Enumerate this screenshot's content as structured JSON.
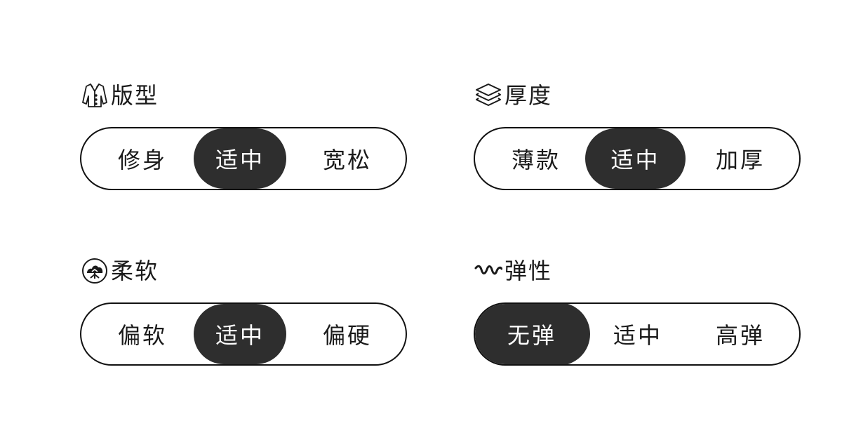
{
  "groups": [
    {
      "title": "版型",
      "icon": "shirt-icon",
      "options": [
        "修身",
        "适中",
        "宽松"
      ],
      "selected": "适中"
    },
    {
      "title": "厚度",
      "icon": "layers-icon",
      "options": [
        "薄款",
        "适中",
        "加厚"
      ],
      "selected": "适中"
    },
    {
      "title": "柔软",
      "icon": "cloud-circle-icon",
      "options": [
        "偏软",
        "适中",
        "偏硬"
      ],
      "selected": "适中"
    },
    {
      "title": "弹性",
      "icon": "elastic-wave-icon",
      "options": [
        "无弹",
        "适中",
        "高弹"
      ],
      "selected": "无弹"
    }
  ],
  "colors": {
    "selected_bg": "#2e2e2e",
    "selected_text": "#ffffff",
    "border": "#111111",
    "text": "#1a1a1a"
  }
}
